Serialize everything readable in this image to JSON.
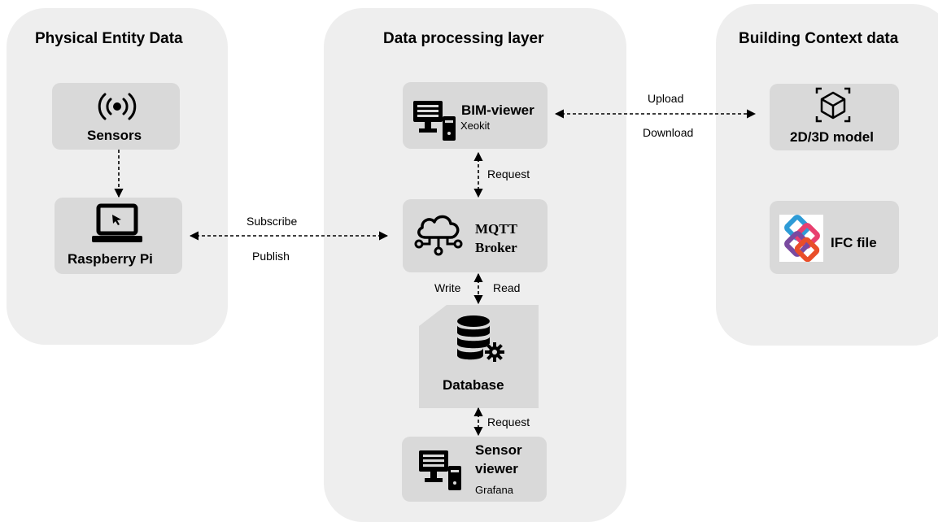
{
  "panels": {
    "physical": {
      "title": "Physical Entity Data"
    },
    "processing": {
      "title": "Data processing layer"
    },
    "building": {
      "title": "Building Context data"
    }
  },
  "nodes": {
    "sensors": {
      "label": "Sensors",
      "icon": "broadcast-icon"
    },
    "raspberry": {
      "label": "Raspberry Pi",
      "icon": "laptop-icon"
    },
    "bim_viewer": {
      "label": "BIM-viewer",
      "sublabel": "Xeokit",
      "icon": "workstation-icon"
    },
    "mqtt": {
      "label_line1": "MQTT",
      "label_line2": "Broker",
      "icon": "cloud-network-icon"
    },
    "database": {
      "label": "Database",
      "icon": "database-gear-icon"
    },
    "sensor_viewer": {
      "label_line1": "Sensor",
      "label_line2": "viewer",
      "sublabel": "Grafana",
      "icon": "workstation-icon"
    },
    "model": {
      "label": "2D/3D model",
      "icon": "cube-icon"
    },
    "ifc": {
      "label": "IFC file",
      "icon": "ifc-logo-icon"
    }
  },
  "edges": {
    "subscribe": "Subscribe",
    "publish": "Publish",
    "upload": "Upload",
    "download": "Download",
    "request_top": "Request",
    "write": "Write",
    "read": "Read",
    "request_bottom": "Request"
  },
  "colors": {
    "panel": "#eeeeee",
    "box": "#d9d9d9",
    "ink": "#000000"
  }
}
